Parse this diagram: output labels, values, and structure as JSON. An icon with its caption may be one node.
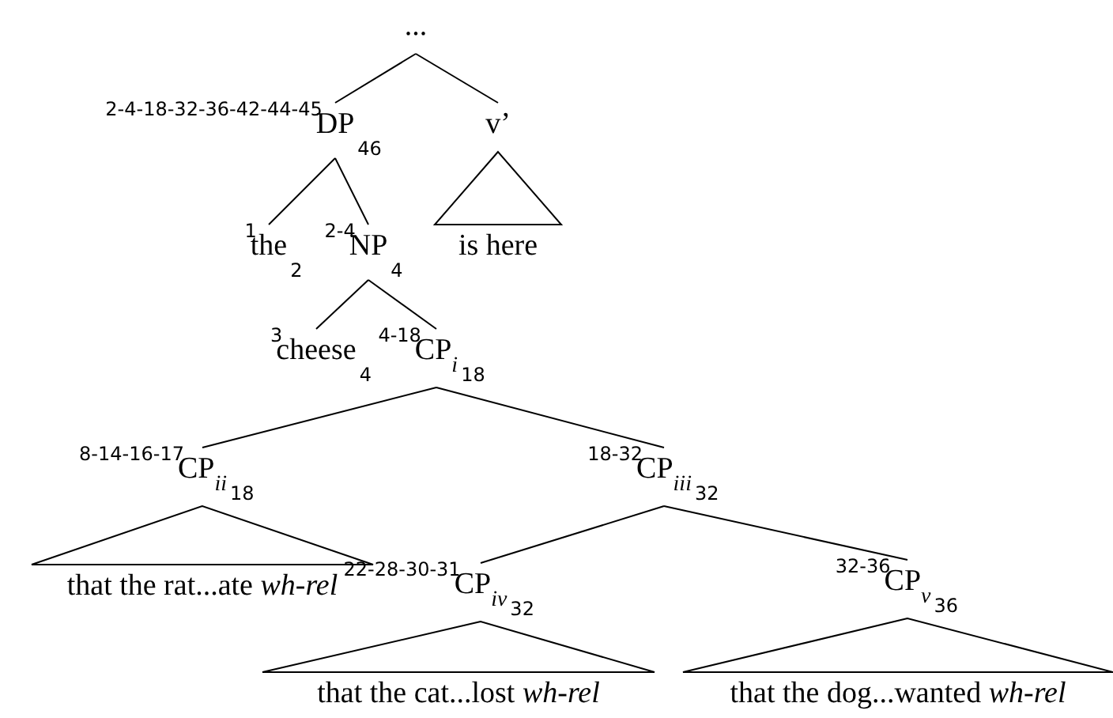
{
  "diagram": {
    "nodes": [
      {
        "text": [
          "..."
        ]
      },
      {
        "text": [
          "DP"
        ],
        "beside": [
          "2-4-18-32-36-42-44-45",
          "46"
        ]
      },
      {
        "text": [
          "v’"
        ]
      },
      {
        "text": [
          "is here"
        ]
      },
      {
        "text": [
          "the"
        ],
        "beside": [
          "1",
          "2"
        ]
      },
      {
        "text": [
          "NP"
        ],
        "beside": [
          "2-4",
          "4"
        ]
      },
      {
        "text": [
          "cheese"
        ],
        "beside": [
          "3",
          "4"
        ]
      },
      {
        "text": [
          "CP$_{i}$"
        ],
        "beside": [
          "4-18",
          "18"
        ]
      },
      {
        "text": [
          "CP$_{ii}$"
        ],
        "beside": [
          "8-14-16-17",
          "18"
        ]
      },
      {
        "text": [
          "CP$_{iii}$"
        ],
        "beside": [
          "18-32",
          "32"
        ]
      },
      {
        "text": [
          "that the rat...ate *wh-rel*"
        ]
      },
      {
        "text": [
          "CP$_{iv}$"
        ],
        "beside": [
          "22-28-30-31",
          "32"
        ]
      },
      {
        "text": [
          "CP$_{v}$"
        ],
        "beside": [
          "32-36",
          "36"
        ]
      },
      {
        "text": [
          "that the cat...lost *wh-rel*"
        ]
      },
      {
        "text": [
          "that the dog...wanted *wh-rel*"
        ]
      }
    ],
    "edges": [
      {
        "from": 0,
        "to": 1,
        "arrow": "none"
      },
      {
        "from": 0,
        "to": 2,
        "arrow": "none"
      },
      {
        "from": 1,
        "to": 4,
        "arrow": "none"
      },
      {
        "from": 1,
        "to": 5,
        "arrow": "none"
      },
      {
        "from": 2,
        "to": 3,
        "arrow": "none"
      },
      {
        "from": 5,
        "to": 6,
        "arrow": "none"
      },
      {
        "from": 5,
        "to": 7,
        "arrow": "none"
      },
      {
        "from": 7,
        "to": 8,
        "arrow": "none"
      },
      {
        "from": 7,
        "to": 9,
        "arrow": "none"
      },
      {
        "from": 8,
        "to": 10,
        "arrow": "none"
      },
      {
        "from": 9,
        "to": 11,
        "arrow": "none"
      },
      {
        "from": 9,
        "to": 12,
        "arrow": "none"
      },
      {
        "from": 11,
        "to": 13,
        "arrow": "none"
      },
      {
        "from": 12,
        "to": 14,
        "arrow": "none"
      }
    ]
  }
}
